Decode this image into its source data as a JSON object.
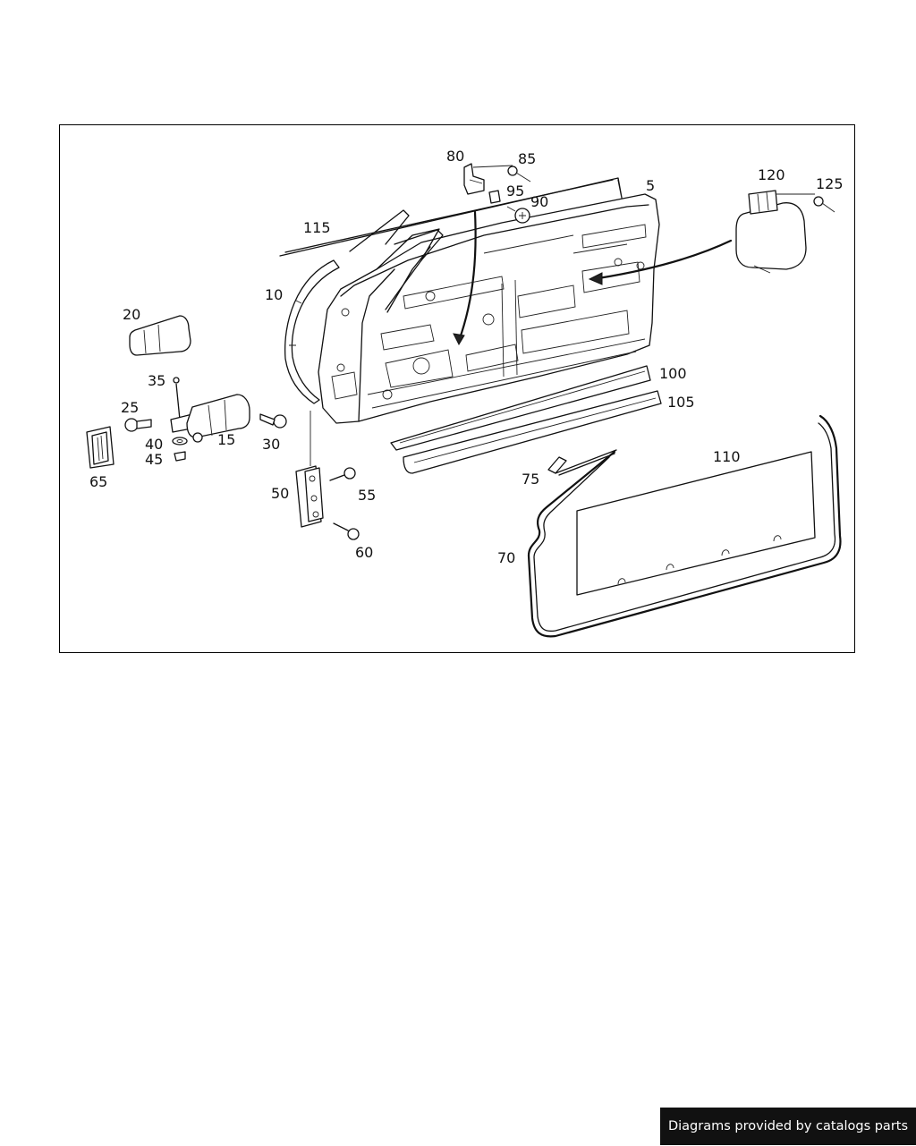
{
  "diagram": {
    "callouts": {
      "c5": "5",
      "c10": "10",
      "c15": "15",
      "c20": "20",
      "c25": "25",
      "c30": "30",
      "c35": "35",
      "c40": "40",
      "c45": "45",
      "c50": "50",
      "c55": "55",
      "c60": "60",
      "c65": "65",
      "c70": "70",
      "c75": "75",
      "c80": "80",
      "c85": "85",
      "c90": "90",
      "c95": "95",
      "c100": "100",
      "c105": "105",
      "c110": "110",
      "c115": "115",
      "c120": "120",
      "c125": "125"
    }
  },
  "footer": {
    "credit": "Diagrams provided by catalogs parts"
  }
}
